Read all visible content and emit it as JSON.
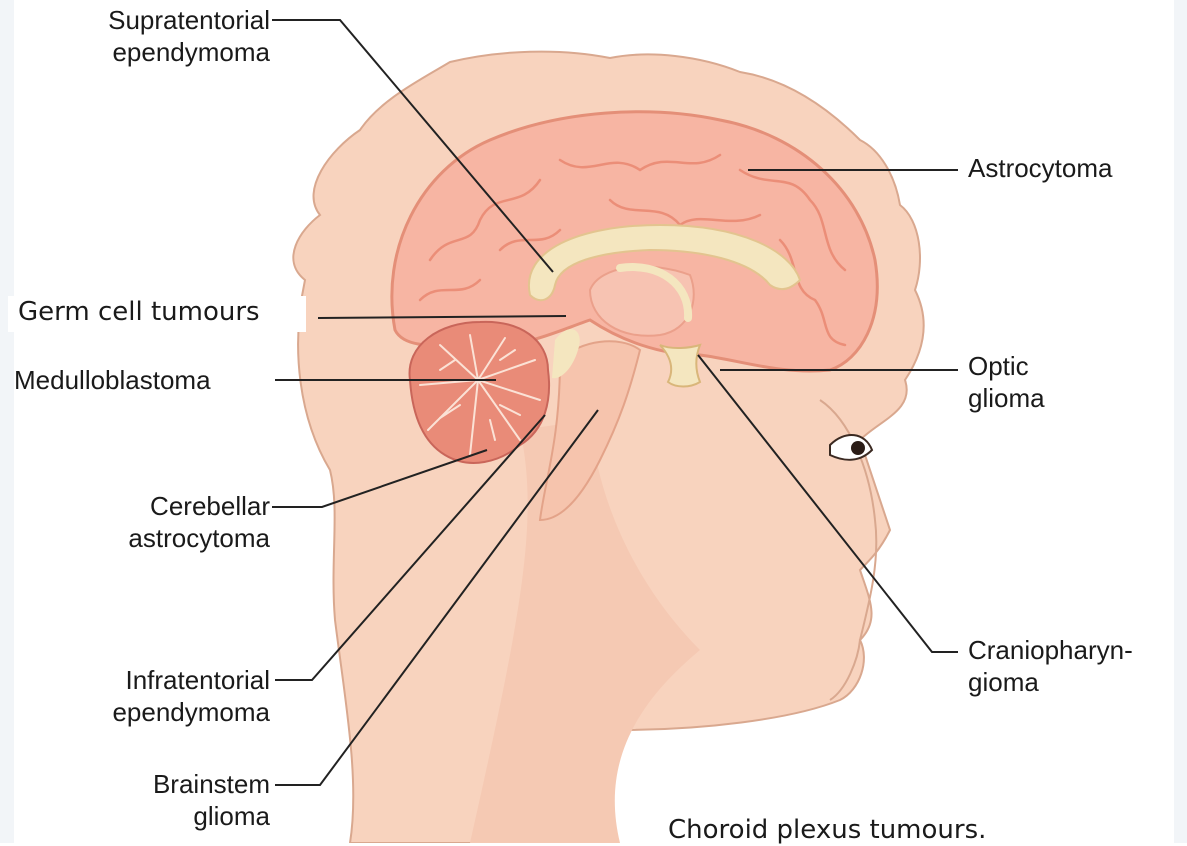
{
  "diagram": {
    "labels": {
      "supratentorial_ependymoma": "Supratentorial\nependymoma",
      "astrocytoma": "Astrocytoma",
      "germ_cell_tumours": "Germ cell tumours",
      "medulloblastoma": "Medulloblastoma",
      "optic_glioma": "Optic\nglioma",
      "cerebellar_astrocytoma": "Cerebellar\nastrocytoma",
      "infratentorial_ependymoma": "Infratentorial\nependymoma",
      "craniopharyngioma": "Craniopharyn-\ngioma",
      "brainstem_glioma": "Brainstem\nglioma",
      "choroid_plexus_tumours": "Choroid plexus tumours."
    },
    "colors": {
      "skin": "#f8d3be",
      "skin_outline": "#d9a88f",
      "brain": "#f7b5a3",
      "brain_fold": "#eb8e78",
      "ventricle": "#f4e6bf",
      "cerebellum": "#e98b78",
      "leader_line": "#222222"
    }
  }
}
